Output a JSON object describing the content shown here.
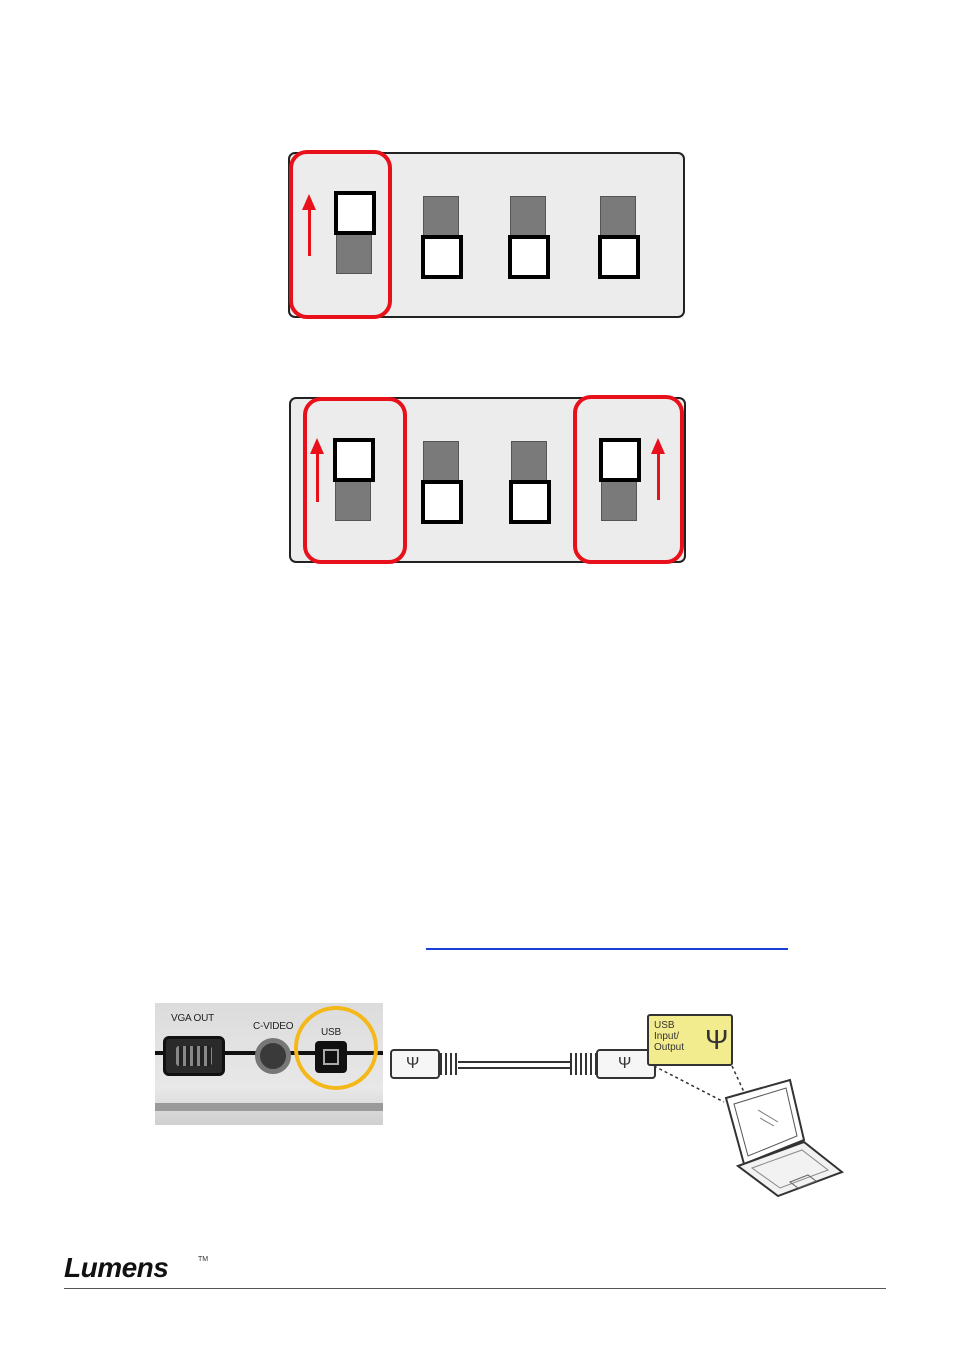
{
  "dip_panel_1": {
    "switches": [
      "up",
      "down",
      "down",
      "down"
    ],
    "highlighted": [
      1
    ]
  },
  "dip_panel_2": {
    "switches": [
      "up",
      "down",
      "down",
      "up"
    ],
    "highlighted": [
      1,
      4
    ]
  },
  "usb_diagram": {
    "port_labels": [
      "VGA OUT",
      "C-VIDEO",
      "USB"
    ],
    "tag_text": "USB\nInput/\nOutput",
    "usb_symbol": "Ψ"
  },
  "colors": {
    "highlight": "#e8101a",
    "usb_ring": "#f4b81a",
    "tag_background": "#f3ec8f",
    "link": "#1a3fd6"
  },
  "footer": {
    "logo": "Lumens",
    "logo_tm": "TM"
  }
}
